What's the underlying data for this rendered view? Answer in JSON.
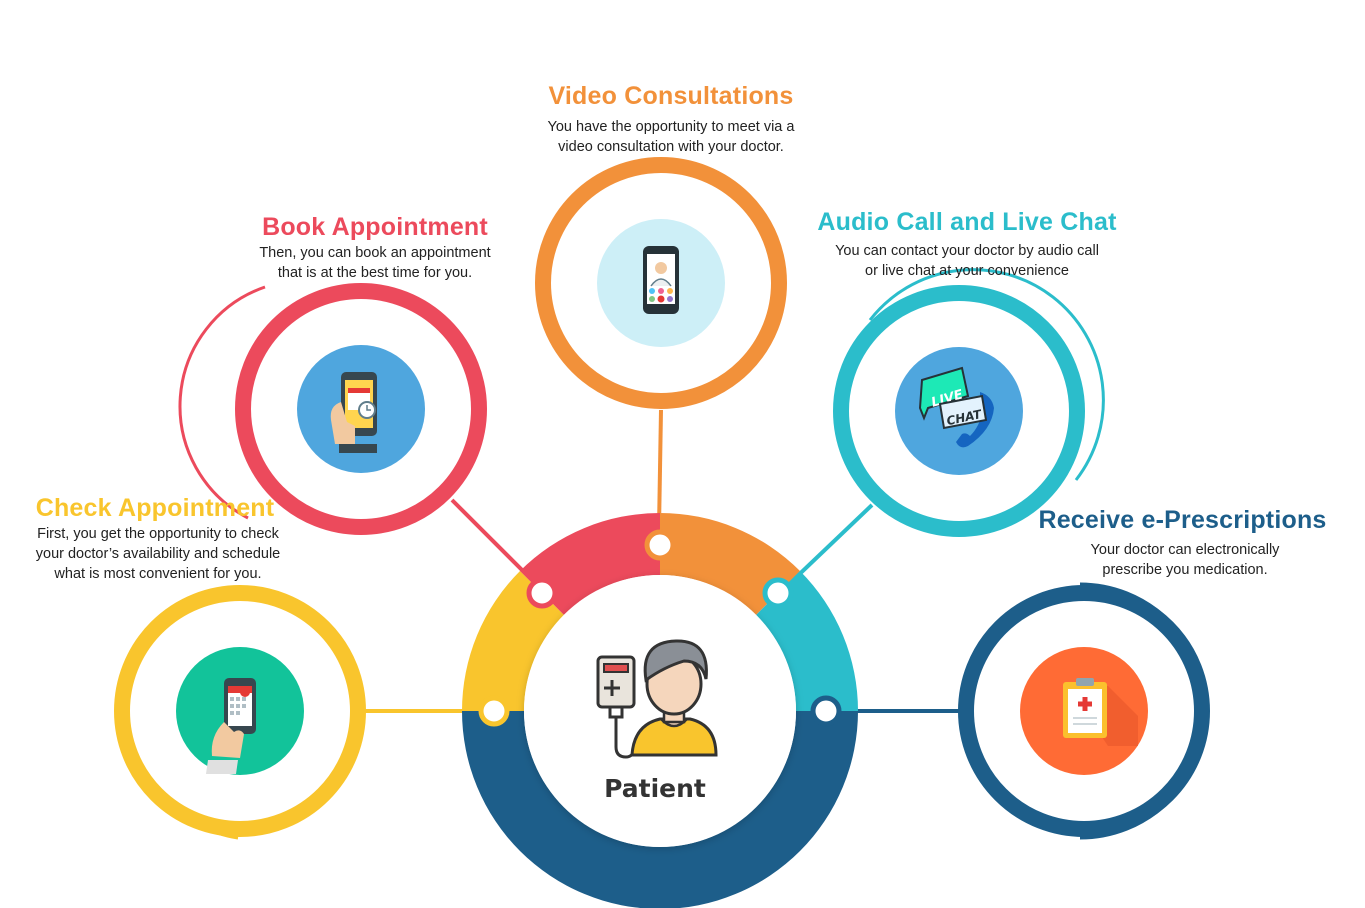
{
  "colors": {
    "yellow": "#F9C52D",
    "red": "#EC4A5C",
    "orange": "#F2913A",
    "teal": "#2BBDCB",
    "navy": "#1D5E8A"
  },
  "center": {
    "label": "Patient",
    "icon": "patient-iv-drip-icon"
  },
  "steps": [
    {
      "id": "check",
      "title": "Check Appointment",
      "desc_lines": [
        "First, you get the opportunity to check",
        "your doctor’s availability and schedule",
        "what is most convenient for you."
      ],
      "icon": "phone-calendar-icon"
    },
    {
      "id": "book",
      "title": "Book Appointment",
      "desc_lines": [
        "Then, you can book an appointment",
        "that is at the best time for you."
      ],
      "icon": "phone-clock-icon"
    },
    {
      "id": "video",
      "title": "Video Consultations",
      "desc_lines": [
        "You have the opportunity to meet via a",
        "video consultation with your doctor."
      ],
      "icon": "video-call-phone-icon"
    },
    {
      "id": "audio",
      "title": "Audio Call and Live Chat",
      "desc_lines": [
        "You can contact your doctor by audio call",
        "or live chat at your convenience"
      ],
      "icon": "live-chat-icon"
    },
    {
      "id": "rx",
      "title": "Receive e-Prescriptions",
      "desc_lines": [
        "Your doctor can electronically",
        "prescribe you medication."
      ],
      "icon": "prescription-clipboard-icon"
    }
  ]
}
